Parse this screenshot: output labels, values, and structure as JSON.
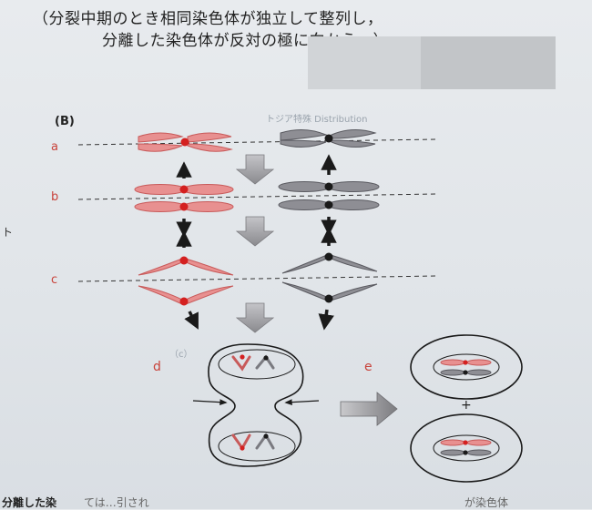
{
  "caption": {
    "line1": "（分裂中期のとき相同染色体が独立して整列し，",
    "line2": "分離した染色体が反対の極に向かう・）"
  },
  "figure": {
    "panel_label": "(B)",
    "row_labels": {
      "a": "a",
      "b": "b",
      "c": "c"
    },
    "stage_labels": {
      "d": "d",
      "e": "e"
    },
    "plus_sign": "+",
    "left_edge_fragment": "ト",
    "colors": {
      "maternal_fill": "#e89090",
      "maternal_stroke": "#c85a5a",
      "maternal_centromere": "#d42020",
      "paternal_fill": "#8e8e94",
      "paternal_stroke": "#5a5a60",
      "paternal_centromere": "#1a1a1a",
      "label_red": "#c8423a",
      "gray_arrow": "#8a8a8e"
    }
  },
  "bleed_through": {
    "top_right_fragment": "トジア特殊 Distribution",
    "mid_fragment": "（c）",
    "footer_left": "分離した染",
    "footer_mid": "ては…引され",
    "footer_right": "が染色体"
  }
}
